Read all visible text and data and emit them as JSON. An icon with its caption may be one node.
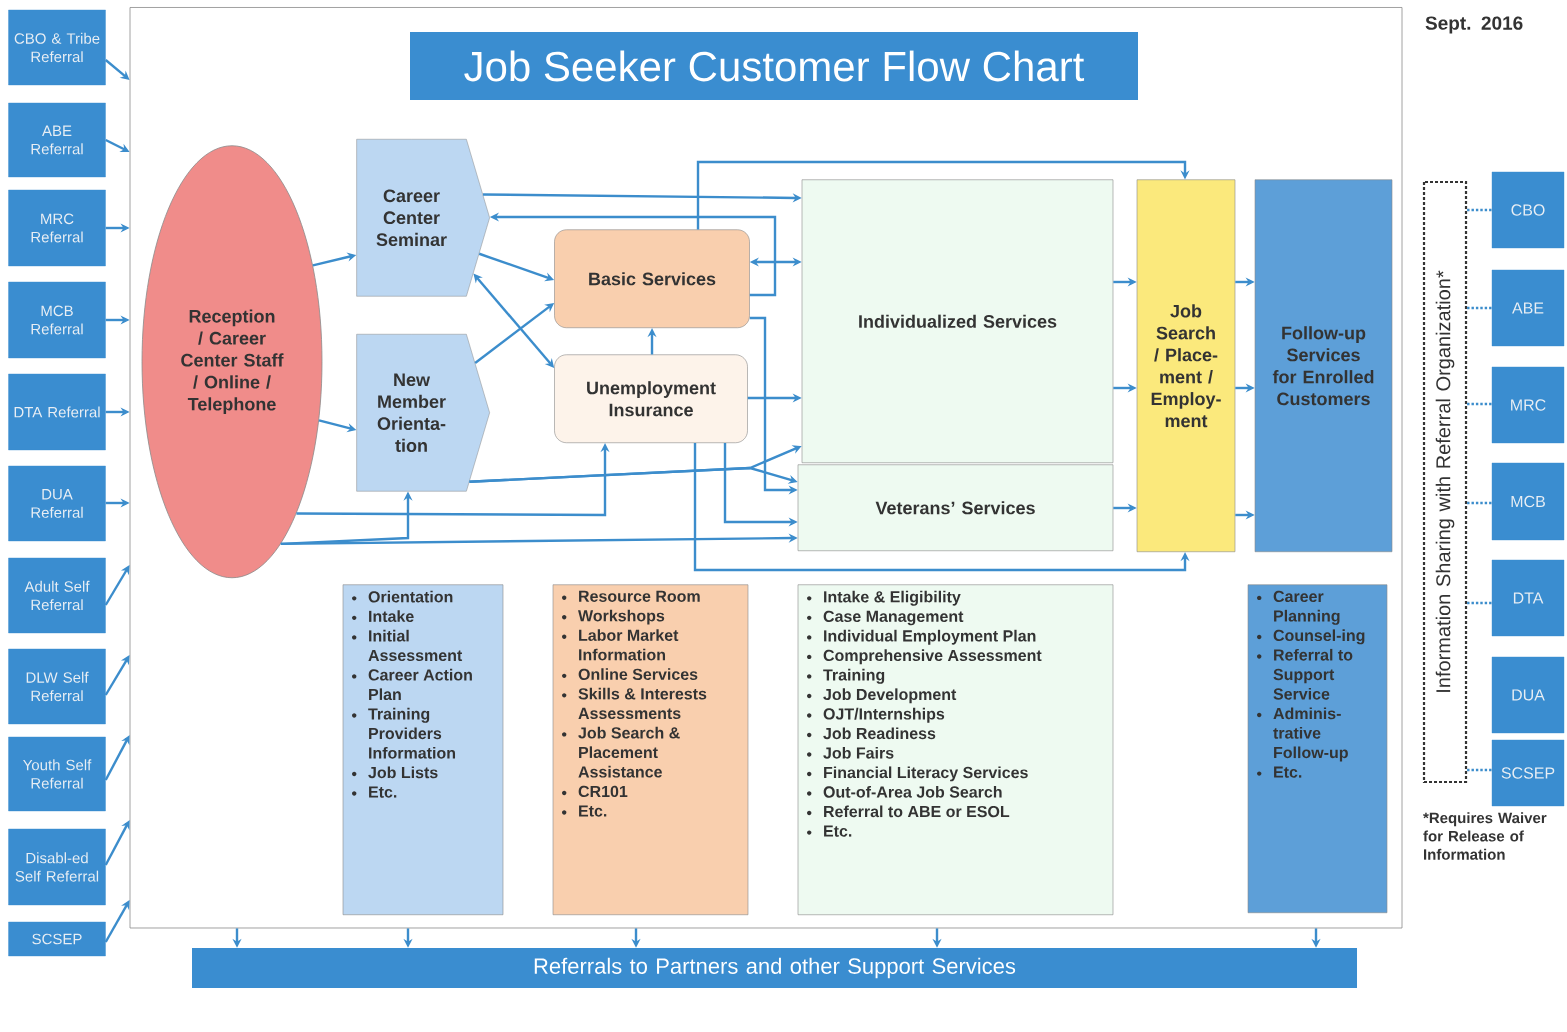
{
  "diagram": {
    "title": "Job Seeker Customer Flow Chart",
    "nodes": [
      {
        "text": [
          "CBO & Tribe Referral"
        ]
      },
      {
        "text": [
          "ABE Referral"
        ]
      },
      {
        "text": [
          "MRC Referral"
        ]
      },
      {
        "text": [
          "MCB Referral"
        ]
      },
      {
        "text": [
          "DTA Referral"
        ]
      },
      {
        "text": [
          "DUA Referral"
        ]
      },
      {
        "text": [
          "Adult Self Referral"
        ]
      },
      {
        "text": [
          "DLW Self Referral"
        ]
      },
      {
        "text": [
          "Youth Self Referral"
        ]
      },
      {
        "text": [
          "Disabl-ed Self Referral"
        ]
      },
      {
        "text": [
          "SCSEP"
        ]
      },
      {
        "text": [],
        "shape": "box"
      },
      {
        "text": [
          "Reception / Career Center Staff / Online / Telephone"
        ],
        "in": 11
      },
      {
        "text": [
          "Career Center Seminar"
        ],
        "in": 11
      },
      {
        "text": [
          "New Member Orienta-tion"
        ],
        "in": 11
      },
      {
        "text": [
          "Basic Services"
        ],
        "in": 11
      },
      {
        "text": [
          "Unemployment Insurance"
        ],
        "in": 11
      },
      {
        "text": [
          "Individualized Services"
        ],
        "in": 11
      },
      {
        "text": [
          "Veterans’ Services"
        ],
        "in": 11
      },
      {
        "text": [
          "Job Search / Place-ment / Employ-ment"
        ],
        "in": 11
      },
      {
        "text": [
          "Follow-up Services for Enrolled Customers"
        ],
        "in": 11
      },
      {
        "text": [
          "Orientation",
          "Intake",
          "Initial Assessment",
          "Career Action Plan",
          "Training Providers Information",
          "Job Lists",
          "Etc."
        ],
        "in": 11
      },
      {
        "text": [
          "Resource Room",
          "Workshops",
          "Labor Market Information",
          "Online Services",
          "Skills & Interests Assessments",
          "Job Search & Placement Assistance",
          "CR101",
          "Etc."
        ],
        "in": 11
      },
      {
        "text": [
          "Intake & Eligibility",
          "Case Management",
          "Individual Employment Plan",
          "Comprehensive Assessment",
          "Training",
          "Job Development",
          "OJT/Internships",
          "Job Readiness",
          "Job Fairs",
          "Financial Literacy Services",
          "Out-of-Area Job Search",
          "Referral to ABE or ESOL",
          "Etc."
        ],
        "in": 11
      },
      {
        "text": [
          "Career Planning",
          "Counsel-ing",
          "Referral to Support Service",
          "Adminis-trative Follow-up",
          "Etc."
        ],
        "in": 11
      },
      {
        "text": [
          "Referrals to Partners and other Support Services"
        ]
      },
      {
        "text": [
          "Information Sharing with Referral Organization*"
        ]
      },
      {
        "text": [
          "CBO"
        ]
      },
      {
        "text": [
          "ABE"
        ]
      },
      {
        "text": [
          "MRC"
        ]
      },
      {
        "text": [
          "MCB"
        ]
      },
      {
        "text": [
          "DTA"
        ]
      },
      {
        "text": [
          "DUA"
        ]
      },
      {
        "text": [
          "SCSEP"
        ]
      }
    ],
    "edges": [
      {
        "from": 0,
        "to": 11,
        "arrow": "to"
      },
      {
        "from": 1,
        "to": 11,
        "arrow": "to"
      },
      {
        "from": 2,
        "to": 11,
        "arrow": "to"
      },
      {
        "from": 3,
        "to": 11,
        "arrow": "to"
      },
      {
        "from": 4,
        "to": 11,
        "arrow": "to"
      },
      {
        "from": 5,
        "to": 11,
        "arrow": "to"
      },
      {
        "from": 6,
        "to": 11,
        "arrow": "to"
      },
      {
        "from": 7,
        "to": 11,
        "arrow": "to"
      },
      {
        "from": 8,
        "to": 11,
        "arrow": "to"
      },
      {
        "from": 9,
        "to": 11,
        "arrow": "to"
      },
      {
        "from": 10,
        "to": 11,
        "arrow": "to"
      },
      {
        "from": 12,
        "to": 13,
        "arrow": "to"
      },
      {
        "from": 12,
        "to": 14,
        "arrow": "to"
      },
      {
        "from": 12,
        "to": 14,
        "arrow": "to"
      },
      {
        "from": 12,
        "to": 16,
        "arrow": "to"
      },
      {
        "from": 12,
        "to": 18,
        "arrow": "to"
      },
      {
        "from": 13,
        "to": 15,
        "arrow": "to"
      },
      {
        "from": 13,
        "to": 16,
        "arrow": "both"
      },
      {
        "from": 14,
        "to": 15,
        "arrow": "to"
      },
      {
        "from": 13,
        "to": 17,
        "arrow": "to"
      },
      {
        "from": 15,
        "to": 13,
        "arrow": "to"
      },
      {
        "from": 15,
        "to": 17,
        "arrow": "both"
      },
      {
        "from": 15,
        "to": 18,
        "arrow": "to"
      },
      {
        "from": 15,
        "to": 19,
        "arrow": "to"
      },
      {
        "from": 16,
        "to": 15,
        "arrow": "to"
      },
      {
        "from": 16,
        "to": 17,
        "arrow": "to"
      },
      {
        "from": 16,
        "to": 18,
        "arrow": "to"
      },
      {
        "from": 16,
        "to": 19,
        "arrow": "to"
      },
      {
        "from": 14,
        "to": 17,
        "arrow": "to"
      },
      {
        "from": 14,
        "to": 18,
        "arrow": "to"
      },
      {
        "from": 17,
        "to": 19,
        "arrow": "to"
      },
      {
        "from": 17,
        "to": 19,
        "arrow": "to"
      },
      {
        "from": 18,
        "to": 19,
        "arrow": "to"
      },
      {
        "from": 19,
        "to": 20,
        "arrow": "to"
      },
      {
        "from": 19,
        "to": 20,
        "arrow": "to"
      },
      {
        "from": 19,
        "to": 20,
        "arrow": "to"
      },
      {
        "from": 11,
        "to": 25,
        "arrow": "to"
      },
      {
        "from": 11,
        "to": 25,
        "arrow": "to"
      },
      {
        "from": 11,
        "to": 25,
        "arrow": "to"
      },
      {
        "from": 11,
        "to": 25,
        "arrow": "to"
      },
      {
        "from": 11,
        "to": 25,
        "arrow": "to"
      },
      {
        "from": 26,
        "to": 27,
        "arrow": "none",
        "style": "dashed"
      },
      {
        "from": 26,
        "to": 28,
        "arrow": "none",
        "style": "dashed"
      },
      {
        "from": 26,
        "to": 29,
        "arrow": "none",
        "style": "dashed"
      },
      {
        "from": 26,
        "to": 30,
        "arrow": "none",
        "style": "dashed"
      },
      {
        "from": 26,
        "to": 31,
        "arrow": "none",
        "style": "dashed"
      },
      {
        "from": 26,
        "to": 33,
        "arrow": "none",
        "style": "dashed"
      }
    ],
    "labels": [
      "Sept. 2016",
      "*Requires Waiver for Release of Information"
    ]
  }
}
